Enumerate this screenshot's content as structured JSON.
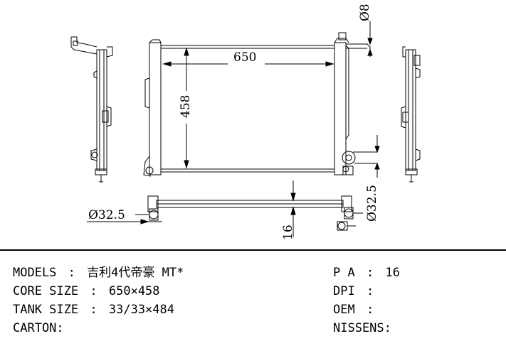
{
  "drawing": {
    "dimensions": {
      "width": "650",
      "height": "458",
      "outlet_diameter_top": "Ø8",
      "inlet_diameter_left": "Ø32.5",
      "inlet_diameter_right": "Ø32.5",
      "depth": "16"
    }
  },
  "specs": {
    "left": [
      {
        "label": "MODELS",
        "sep": ":",
        "value": "吉利4代帝豪 MT*"
      },
      {
        "label": "CORE SIZE",
        "sep": ":",
        "value": "650×458"
      },
      {
        "label": "TANK SIZE",
        "sep": ":",
        "value": "33/33×484"
      },
      {
        "label": "CARTON",
        "sep": ":",
        "value": ""
      }
    ],
    "right": [
      {
        "label": "P A",
        "sep": ":",
        "value": "16"
      },
      {
        "label": "DPI",
        "sep": ":",
        "value": ""
      },
      {
        "label": "OEM",
        "sep": ":",
        "value": ""
      },
      {
        "label": "NISSENS",
        "sep": ":",
        "value": ""
      }
    ]
  }
}
